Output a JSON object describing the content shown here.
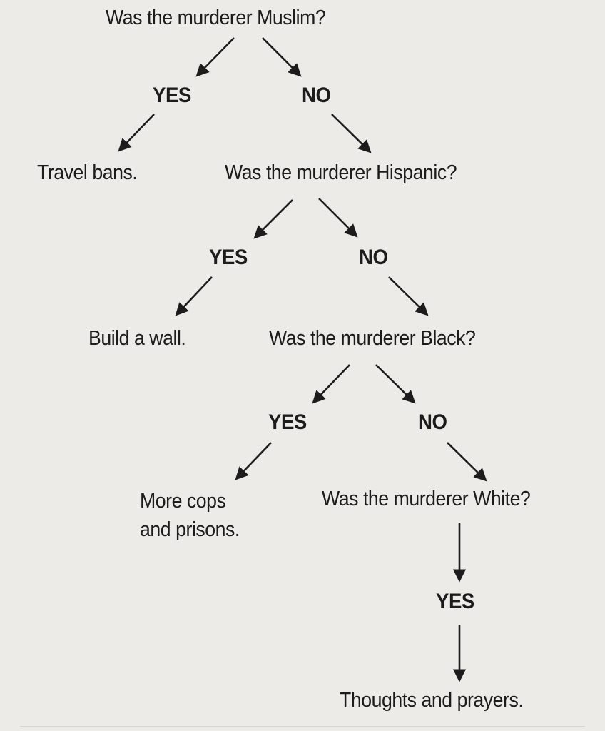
{
  "flowchart": {
    "q1": "Was the murderer Muslim?",
    "q1_yes": "YES",
    "q1_no": "NO",
    "a1": "Travel bans.",
    "q2": "Was the murderer Hispanic?",
    "q2_yes": "YES",
    "q2_no": "NO",
    "a2": "Build a wall.",
    "q3": "Was the murderer Black?",
    "q3_yes": "YES",
    "q3_no": "NO",
    "a3": "More cops\nand prisons.",
    "q4": "Was the murderer White?",
    "q4_yes": "YES",
    "a4": "Thoughts and prayers."
  },
  "colors": {
    "background": "#ecebe8",
    "ink": "#1c1c1c"
  }
}
